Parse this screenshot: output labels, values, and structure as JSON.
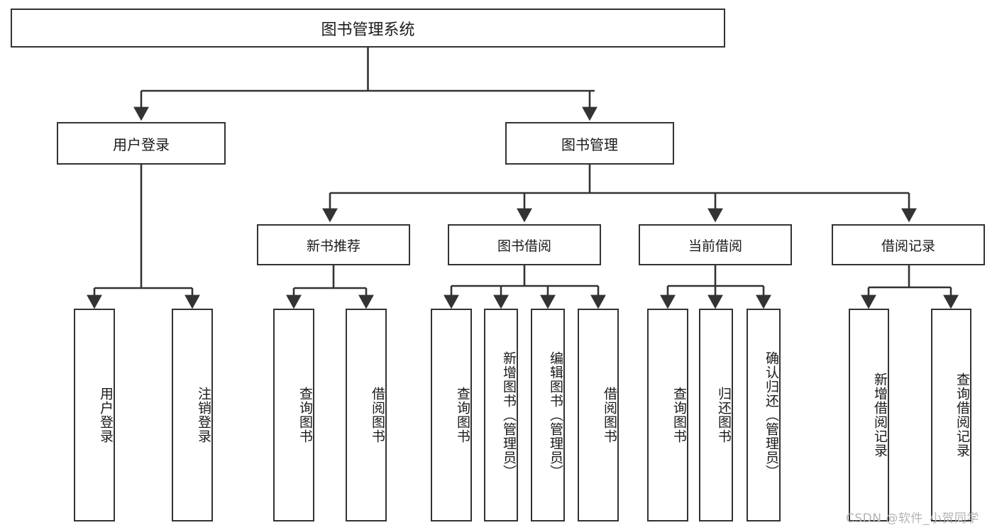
{
  "diagram": {
    "title": "图书管理系统",
    "type": "hierarchy-tree",
    "watermark": "CSDN @软件_小贺同学",
    "colors": {
      "stroke": "#333333",
      "fill": "#ffffff",
      "text": "#1a1a1a",
      "watermark": "#b4b4b4"
    }
  },
  "nodes": {
    "root": {
      "label": "图书管理系统"
    },
    "level1": [
      {
        "id": "user-login",
        "label": "用户登录"
      },
      {
        "id": "book-manage",
        "label": "图书管理"
      }
    ],
    "level2": [
      {
        "id": "new-book-recommend",
        "label": "新书推荐"
      },
      {
        "id": "book-borrow",
        "label": "图书借阅"
      },
      {
        "id": "current-borrow",
        "label": "当前借阅"
      },
      {
        "id": "borrow-record",
        "label": "借阅记录"
      }
    ],
    "leaves": {
      "user-login": [
        {
          "id": "leaf-user-login",
          "label": "用户登录"
        },
        {
          "id": "leaf-logout",
          "label": "注销登录"
        }
      ],
      "new-book-recommend": [
        {
          "id": "leaf-query-book-1",
          "label": "查询图书"
        },
        {
          "id": "leaf-borrow-book-1",
          "label": "借阅图书"
        }
      ],
      "book-borrow": [
        {
          "id": "leaf-query-book-2",
          "label": "查询图书"
        },
        {
          "id": "leaf-add-book",
          "label": "新增图书（管理员）"
        },
        {
          "id": "leaf-edit-book",
          "label": "编辑图书（管理员）"
        },
        {
          "id": "leaf-borrow-book-2",
          "label": "借阅图书"
        }
      ],
      "current-borrow": [
        {
          "id": "leaf-query-book-3",
          "label": "查询图书"
        },
        {
          "id": "leaf-return-book",
          "label": "归还图书"
        },
        {
          "id": "leaf-confirm-return",
          "label": "确认归还（管理员）"
        }
      ],
      "borrow-record": [
        {
          "id": "leaf-add-record",
          "label": "新增借阅记录"
        },
        {
          "id": "leaf-query-record",
          "label": "查询借阅记录"
        }
      ]
    }
  }
}
